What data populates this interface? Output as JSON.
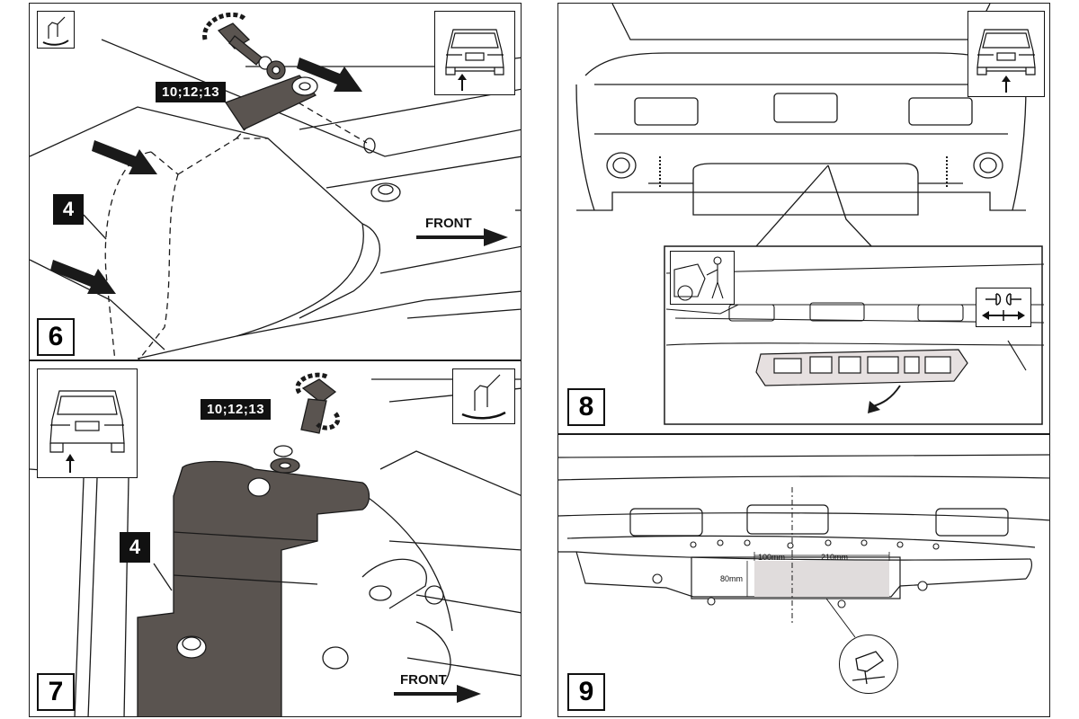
{
  "steps": [
    {
      "number": "6",
      "part_label": "4",
      "torque_label": "10;12;13",
      "direction_label": "FRONT"
    },
    {
      "number": "7",
      "part_label": "4",
      "torque_label": "10;12;13",
      "direction_label": "FRONT"
    },
    {
      "number": "8"
    },
    {
      "number": "9",
      "dimensions": {
        "left_width": "100mm",
        "right_width": "210mm",
        "height": "80mm"
      }
    }
  ],
  "icons": {
    "hand_tighten": "hand-tool-icon",
    "car_rear_view": "car-rear-icon",
    "mechanic": "mechanic-icon",
    "disconnect_connector": "connector-disconnect-icon",
    "jigsaw": "jigsaw-icon"
  },
  "colors": {
    "line": "#1a1a1a",
    "bracket_fill": "#5a5450",
    "cut_area": "#d9d6d6",
    "label_bg": "#111111"
  }
}
